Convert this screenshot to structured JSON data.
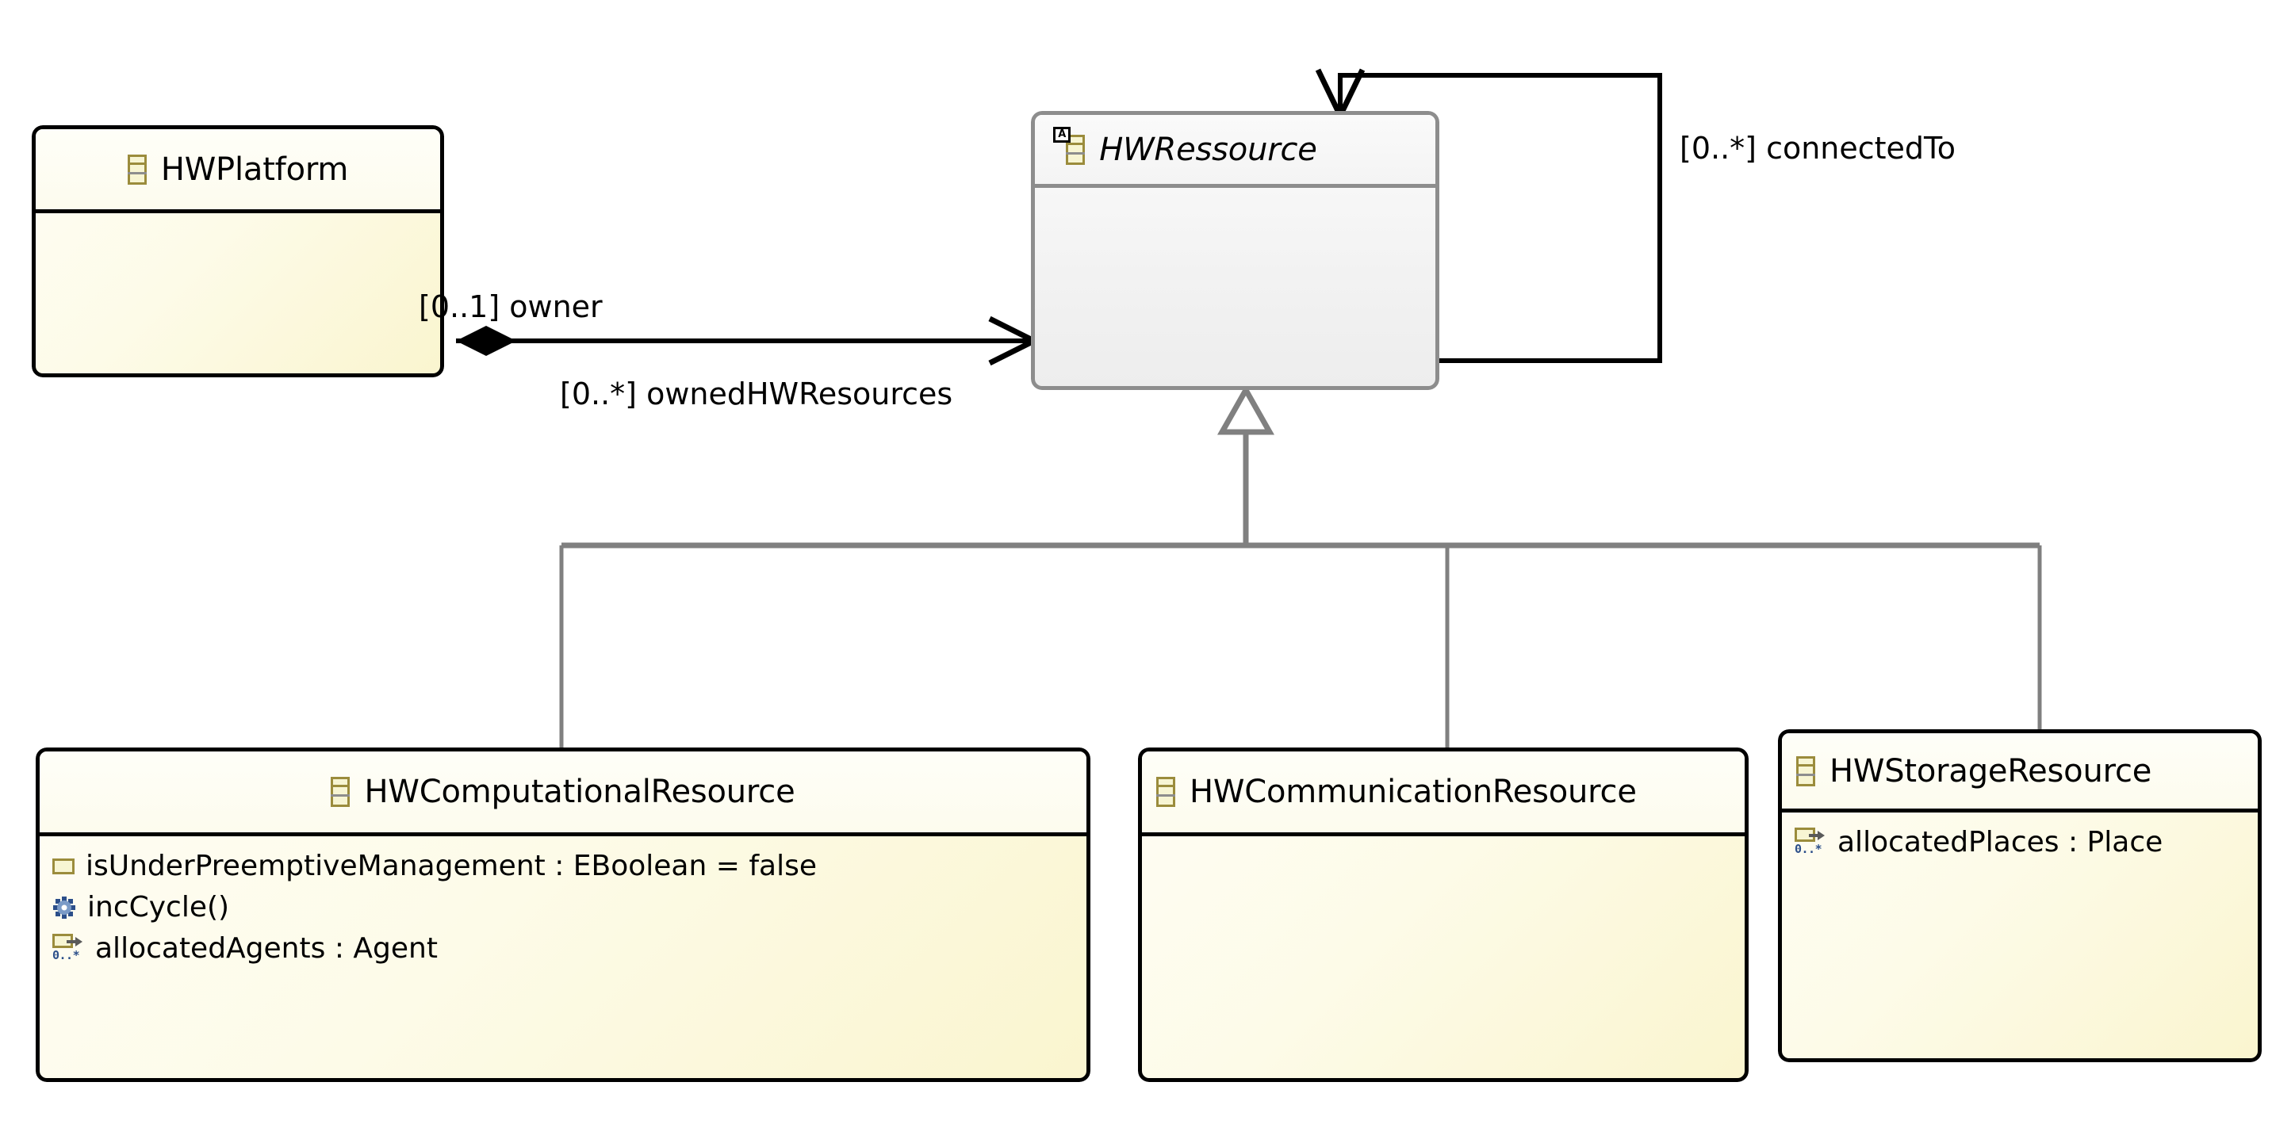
{
  "diagram": {
    "type": "uml-class-diagram",
    "title": "HWPlatform / HWRessource hierarchy"
  },
  "classes": {
    "hwplatform": {
      "name": "HWPlatform",
      "abstract": false,
      "icon": "eclass-icon",
      "features": []
    },
    "hwressource": {
      "name": "HWRessource",
      "abstract": true,
      "icon": "eclass-icon",
      "abstract_badge": "A",
      "features": []
    },
    "hwcomputational": {
      "name": "HWComputationalResource",
      "abstract": false,
      "icon": "eclass-icon",
      "features": [
        {
          "kind": "attribute",
          "icon": "eattribute-icon",
          "label": "isUnderPreemptiveManagement : EBoolean = false"
        },
        {
          "kind": "operation",
          "icon": "eoperation-icon",
          "label": "incCycle()"
        },
        {
          "kind": "reference",
          "icon": "ereference-icon",
          "multiplicity": "0..*",
          "label": "allocatedAgents : Agent"
        }
      ]
    },
    "hwcommunication": {
      "name": "HWCommunicationResource",
      "abstract": false,
      "icon": "eclass-icon",
      "features": []
    },
    "hwstorage": {
      "name": "HWStorageResource",
      "abstract": false,
      "icon": "eclass-icon",
      "features": [
        {
          "kind": "reference",
          "icon": "ereference-icon",
          "multiplicity": "0..*",
          "label": "allocatedPlaces : Place"
        }
      ]
    }
  },
  "edges": {
    "ownership": {
      "source": "HWPlatform",
      "target": "HWRessource",
      "kind": "composition",
      "source_label": "[0..1] owner",
      "target_label": "[0..*] ownedHWResources"
    },
    "connected_to": {
      "source": "HWRessource",
      "target": "HWRessource",
      "kind": "association",
      "label": "[0..*] connectedTo"
    },
    "generalizations": {
      "parent": "HWRessource",
      "kind": "generalization",
      "children": [
        "HWComputationalResource",
        "HWCommunicationResource",
        "HWStorageResource"
      ]
    }
  },
  "colors": {
    "class_fill": "#fdfbe8",
    "class_border": "#000000",
    "abstract_fill": "#f2f2f2",
    "abstract_border": "#8d8d8d",
    "icon_olive": "#9b8c3c",
    "icon_fill": "#f7f5d3",
    "generalization_line": "#808080",
    "association_line": "#000000",
    "reference_blue": "#2c4f8a"
  }
}
